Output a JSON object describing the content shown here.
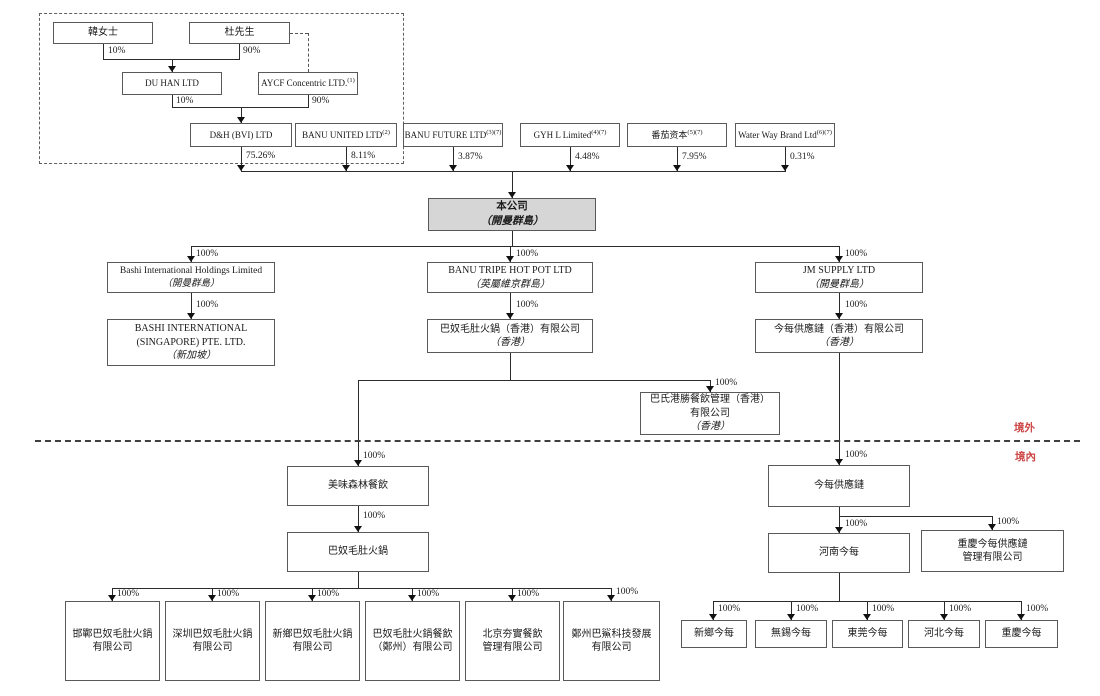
{
  "regions": {
    "offshore": "境外",
    "onshore": "境內"
  },
  "colors": {
    "region_label": "#cc4444",
    "company_fill": "#d6d6d6",
    "line": "#2b2b2b"
  },
  "nodes": {
    "han": {
      "line1": "韓女士"
    },
    "du": {
      "line1": "杜先生"
    },
    "du_han_ltd": {
      "line1": "DU HAN LTD"
    },
    "aycf": {
      "line1": "AYCF Concentric LTD.",
      "sup": "(1)"
    },
    "dh_bvi": {
      "line1": "D&H (BVI) LTD"
    },
    "banu_united": {
      "line1": "BANU UNITED LTD",
      "sup": "(2)"
    },
    "banu_future": {
      "line1": "BANU FUTURE LTD",
      "sup": "(3)(7)"
    },
    "gyh": {
      "line1": "GYH L Limited",
      "sup": "(4)(7)"
    },
    "tomato_capital": {
      "line1": "番茄资本",
      "sup": "(5)(7)"
    },
    "water_way": {
      "line1": "Water Way Brand Ltd",
      "sup": "(6)(7)"
    },
    "company": {
      "line1": "本公司",
      "line2": "（開曼群島）"
    },
    "bashi_intl": {
      "line1": "Bashi International Holdings Limited",
      "line2": "（開曼群島）"
    },
    "banu_tripe": {
      "line1": "BANU TRIPE HOT POT LTD",
      "line2": "（英屬維京群島）"
    },
    "jm_supply": {
      "line1": "JM SUPPLY LTD",
      "line2": "（開曼群島）"
    },
    "bashi_sg": {
      "line1": "BASHI INTERNATIONAL",
      "line2": "(SINGAPORE) PTE. LTD.",
      "line3": "（新加坡）"
    },
    "banu_hk": {
      "line1": "巴奴毛肚火鍋（香港）有限公司",
      "line2": "（香港）"
    },
    "jinmei_hk": {
      "line1": "今每供應鏈（香港）有限公司",
      "line2": "（香港）"
    },
    "bashi_hk": {
      "line1": "巴氏港勝餐飲管理（香港）",
      "line2": "有限公司",
      "line3": "（香港）"
    },
    "meiwei": {
      "line1": "美味森林餐飲"
    },
    "banu_maodu": {
      "line1": "巴奴毛肚火鍋"
    },
    "jinmei_scm": {
      "line1": "今每供應鏈"
    },
    "henan_jinmei": {
      "line1": "河南今每"
    },
    "cq_jinmei_scm": {
      "line1": "重慶今每供應鏈",
      "line2": "管理有限公司"
    },
    "handan": {
      "line1": "邯鄲巴奴毛肚火鍋",
      "line2": "有限公司"
    },
    "shenzhen": {
      "line1": "深圳巴奴毛肚火鍋",
      "line2": "有限公司"
    },
    "xinxiang_banu": {
      "line1": "新鄉巴奴毛肚火鍋",
      "line2": "有限公司"
    },
    "zhengzhou_banu": {
      "line1": "巴奴毛肚火鍋餐飲",
      "line2": "（鄭州）有限公司"
    },
    "beijing_hangshi": {
      "line1": "北京夯實餐飲",
      "line2": "管理有限公司"
    },
    "zhengzhou_basha": {
      "line1": "鄭州巴鯊科技發展",
      "line2": "有限公司"
    },
    "xinxiang_jinmei": {
      "line1": "新鄉今每"
    },
    "wuxi_jinmei": {
      "line1": "無錫今每"
    },
    "dongguan_jinmei": {
      "line1": "東莞今每"
    },
    "hebei_jinmei": {
      "line1": "河北今每"
    },
    "cq_jinmei": {
      "line1": "重慶今每"
    }
  },
  "percentages": {
    "han_duhan": "10%",
    "du_duhan": "90%",
    "duhan_dhbvi": "10%",
    "aycf_dhbvi": "90%",
    "dhbvi_company": "75.26%",
    "banu_united_company": "8.11%",
    "banu_future_company": "3.87%",
    "gyh_company": "4.48%",
    "tomato_company": "7.95%",
    "waterway_company": "0.31%",
    "company_bashi": "100%",
    "company_tripe": "100%",
    "company_jm": "100%",
    "bashi_sg": "100%",
    "tripe_banuhk": "100%",
    "jm_jinmeihk": "100%",
    "banuhk_bashihk": "100%",
    "banuhk_meiwei": "100%",
    "jinmeihk_scm": "100%",
    "meiwei_maodu": "100%",
    "scm_henan": "100%",
    "scm_cq": "100%",
    "maodu_handan": "100%",
    "maodu_shenzhen": "100%",
    "maodu_xinxiang": "100%",
    "maodu_zhengzhou": "100%",
    "maodu_beijing": "100%",
    "maodu_basha": "100%",
    "henan_xinxiang": "100%",
    "henan_wuxi": "100%",
    "henan_dongguan": "100%",
    "henan_hebei": "100%",
    "henan_cq": "100%"
  }
}
